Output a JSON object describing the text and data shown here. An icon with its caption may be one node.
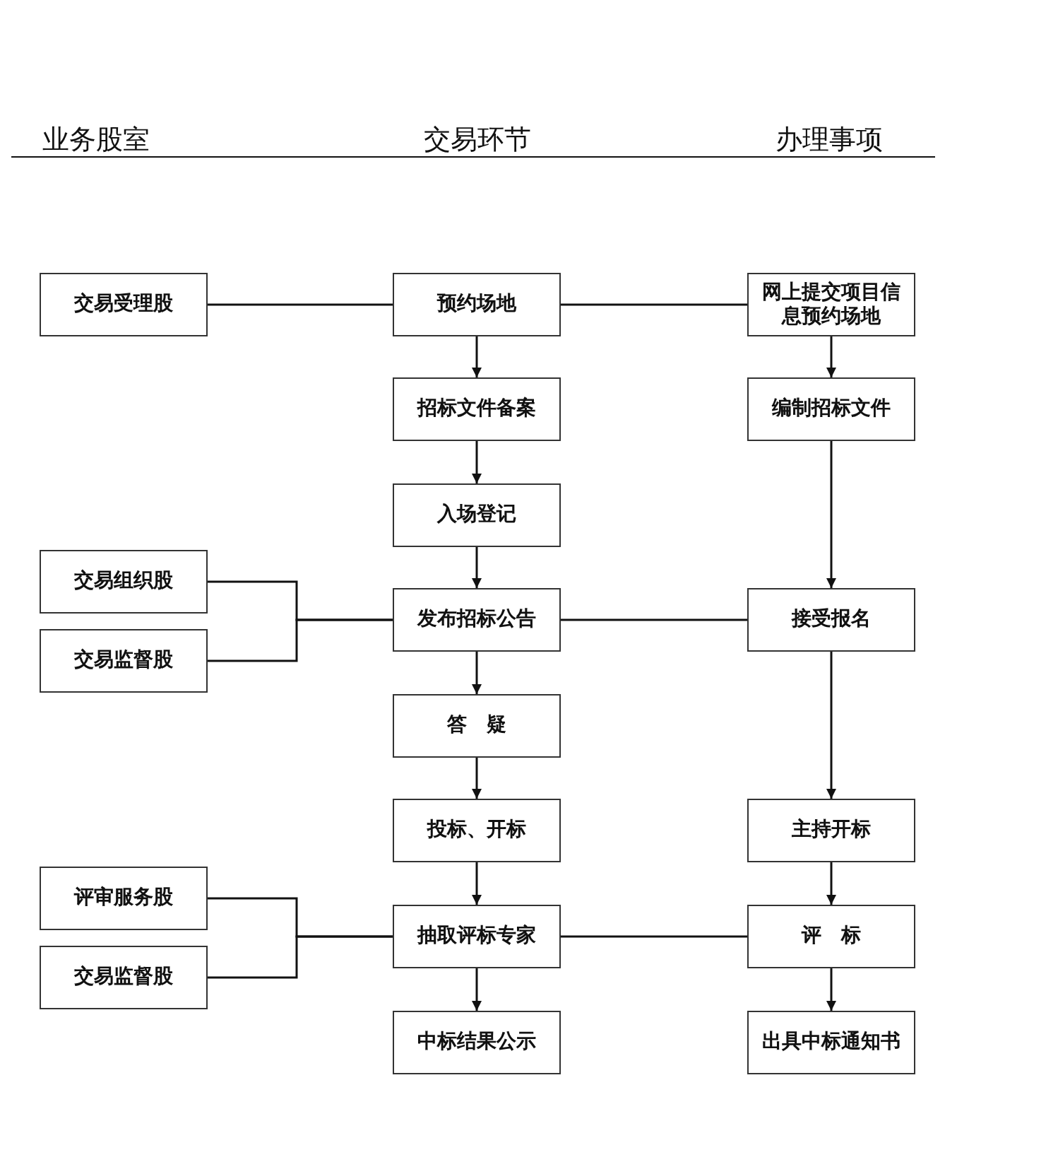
{
  "diagram": {
    "nodes": [
      {
        "text": [
          "交易受理股"
        ]
      },
      {
        "text": [
          "预约场地"
        ]
      },
      {
        "text": [
          "网上提交项目信息预约场地"
        ]
      },
      {
        "text": [
          "招标文件备案"
        ]
      },
      {
        "text": [
          "编制招标文件"
        ]
      },
      {
        "text": [
          "入场登记"
        ]
      },
      {
        "text": [
          "交易组织股"
        ]
      },
      {
        "text": [
          "发布招标公告"
        ]
      },
      {
        "text": [
          "接受报名"
        ]
      },
      {
        "text": [
          "交易监督股"
        ]
      },
      {
        "text": [
          "答　疑"
        ]
      },
      {
        "text": [
          "投标、开标"
        ]
      },
      {
        "text": [
          "主持开标"
        ]
      },
      {
        "text": [
          "评审服务股"
        ]
      },
      {
        "text": [
          "抽取评标专家"
        ]
      },
      {
        "text": [
          "评　标"
        ]
      },
      {
        "text": [
          "交易监督股"
        ]
      },
      {
        "text": [
          "中标结果公示"
        ]
      },
      {
        "text": [
          "出具中标通知书"
        ]
      }
    ],
    "edges": [
      {
        "from": 0,
        "to": 1,
        "arrow": "none"
      },
      {
        "from": 1,
        "to": 2,
        "arrow": "none"
      },
      {
        "from": 1,
        "to": 3,
        "arrow": "to"
      },
      {
        "from": 3,
        "to": 5,
        "arrow": "to"
      },
      {
        "from": 5,
        "to": 7,
        "arrow": "to"
      },
      {
        "from": 7,
        "to": 10,
        "arrow": "to"
      },
      {
        "from": 10,
        "to": 11,
        "arrow": "to"
      },
      {
        "from": 11,
        "to": 14,
        "arrow": "to"
      },
      {
        "from": 14,
        "to": 17,
        "arrow": "to"
      },
      {
        "from": 2,
        "to": 4,
        "arrow": "to"
      },
      {
        "from": 4,
        "to": 8,
        "arrow": "to"
      },
      {
        "from": 8,
        "to": 12,
        "arrow": "to"
      },
      {
        "from": 12,
        "to": 15,
        "arrow": "to"
      },
      {
        "from": 15,
        "to": 18,
        "arrow": "to"
      },
      {
        "from": 6,
        "to": 7,
        "arrow": "none"
      },
      {
        "from": 9,
        "to": 7,
        "arrow": "none"
      },
      {
        "from": 7,
        "to": 8,
        "arrow": "none"
      },
      {
        "from": 13,
        "to": 14,
        "arrow": "none"
      },
      {
        "from": 16,
        "to": 14,
        "arrow": "none"
      },
      {
        "from": 14,
        "to": 15,
        "arrow": "none"
      }
    ],
    "labels": [
      "业务股室",
      "交易环节",
      "办理事项"
    ]
  }
}
